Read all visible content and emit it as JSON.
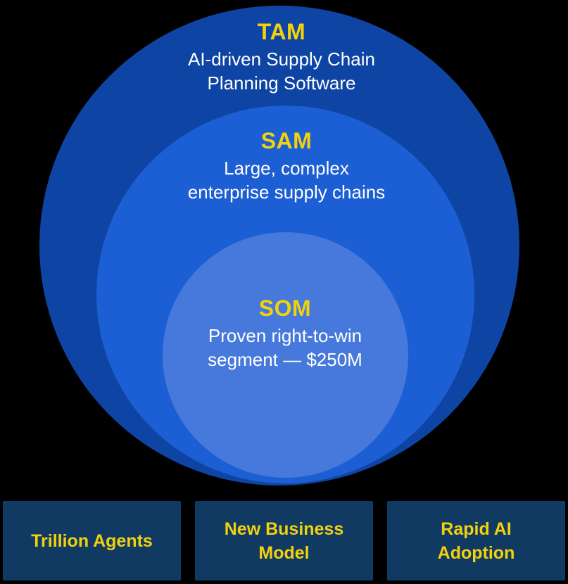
{
  "colors": {
    "background": "#000000",
    "tam_circle": "#0E45A4",
    "sam_circle": "#1C5ED3",
    "som_circle": "#4679DB",
    "footer_box": "#113A63",
    "accent_yellow": "#F2D10D",
    "text_white": "#FFFFFF"
  },
  "diagram": {
    "circles": [
      {
        "id": "tam",
        "label": "TAM",
        "description": "AI-driven Supply Chain\nPlanning Software",
        "color": "#0E45A4"
      },
      {
        "id": "sam",
        "label": "SAM",
        "description": "Large, complex\nenterprise supply chains",
        "color": "#1C5ED3"
      },
      {
        "id": "som",
        "label": "SOM",
        "description": "Proven right-to-win\nsegment — $250M",
        "color": "#4679DB"
      }
    ]
  },
  "footer": {
    "box_color": "#113A63",
    "boxes": [
      {
        "label": "Trillion Agents"
      },
      {
        "label": "New Business\nModel"
      },
      {
        "label": "Rapid AI\nAdoption"
      }
    ]
  }
}
